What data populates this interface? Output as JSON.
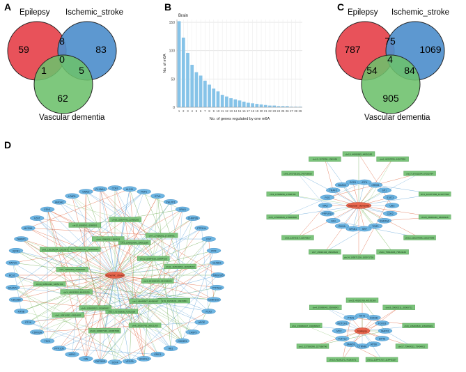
{
  "panels": {
    "a": {
      "letter": "A",
      "labels": {
        "epilepsy": "Epilepsy",
        "stroke": "Ischemic_stroke",
        "dementia": "Vascular  dementia"
      },
      "counts": {
        "epi_only": "59",
        "stroke_only": "83",
        "dem_only": "62",
        "epi_stroke": "8",
        "epi_dem": "1",
        "stroke_dem": "5",
        "all": "0"
      }
    },
    "b": {
      "letter": "B"
    },
    "c": {
      "letter": "C",
      "labels": {
        "epilepsy": "Epilepsy",
        "stroke": "Ischemic_stroke",
        "dementia": "Vascular  dementia"
      },
      "counts": {
        "epi_only": "787",
        "stroke_only": "1069",
        "dem_only": "905",
        "epi_stroke": "75",
        "epi_dem": "54",
        "stroke_dem": "84",
        "all": "4"
      }
    },
    "d": {
      "letter": "D",
      "hub_labels": [
        "Ischemic_stroke",
        "Vascular_dementia",
        "Epilepsy"
      ],
      "network_1_genes": [
        "CD63",
        "ALG11",
        "PDP1",
        "ETV1",
        "PHLPP1",
        "ORAI1",
        "CHMP2B",
        "PTPN14",
        "OGT",
        "PPIF",
        "GLT8D1",
        "TMEM165",
        "PTPN12",
        "CSNK1G1",
        "PLK3",
        "APOE",
        "CASP3",
        "CDK5R1",
        "RB1",
        "GRID1",
        "ADGRL2",
        "VEGFA",
        "SOX4",
        "ZNF280D",
        "NIN",
        "HIPK2",
        "PPP1CB",
        "TSC1",
        "CDKN2A",
        "ETV6",
        "KIF5B",
        "CDC25B",
        "DAZAP2",
        "BCL6",
        "RAP1A",
        "IQCB1",
        "TARBP1",
        "MYO9A",
        "IL6ST",
        "EDN1",
        "HMGA2",
        "LPAR1",
        "GNAI2",
        "PLXNA1"
      ],
      "network_1_sites": [
        "chr16_32954792_32955292",
        "chr2_196810686_196811186",
        "chr7_17338281_17338781",
        "chr12_53994220_53994720",
        "chr11_118944863_118945363",
        "chr3_151284125_151284625",
        "chr19_19234101_19234601",
        "chr1_46449987_46450487",
        "chr6_30020765_30021265",
        "chr17_72701838_72702338",
        "chr10_100987346_100987846",
        "chr5_131809312_131809812",
        "chr1_43814392_43814892",
        "chrX_48432650_48433150",
        "chr14_64551224_64551724",
        "chr8_22066320_22066820",
        "chr9_136196284_136196784",
        "chr2_219862410_219862910",
        "chr12_6580001_6580501",
        "chr4_1980433_1980933"
      ],
      "network_2_genes": [
        "UBC",
        "CDK2",
        "RAD23A",
        "TGIF1",
        "SRF",
        "NFKB1",
        "RHOA",
        "JUN",
        "PPP1R10",
        "MAZ",
        "FOS",
        "TRAF3",
        "SMAD2",
        "EGR1",
        "ATF4",
        "CREB1",
        "SP1",
        "STAT3"
      ],
      "network_2_sites": [
        "chr19_44090685_44091185",
        "chr6_44267099_44267599",
        "chr17_67032294_67032794",
        "chr1_121977066_121977566",
        "chr20_38006446_38006946",
        "chr12_110237086_110237586",
        "chr11_75812936_75813436",
        "chr14_105971228_105971728",
        "chr7_45616134_45616634",
        "chr3_12573117_12573617",
        "chr5_176669326_176669826",
        "chr2_17698296_17698796",
        "chr8_145736150_145736650",
        "chr10_1079998_1080498"
      ],
      "network_3_genes": [
        "MAPK1",
        "EIF4E",
        "RPS6",
        "CTNNB1",
        "SMAD3",
        "TCF7L2",
        "MYC",
        "NOTCH1",
        "PTEN",
        "AKT1",
        "GSK3B",
        "FOXO3"
      ],
      "network_3_sites": [
        "chr15_40191769_40192269",
        "chr16_30083211_30083711",
        "chr9_136304549_136305049",
        "chr17_73404311_73404811",
        "chr11_118441727_118442227",
        "chr19_41281171_41281671",
        "chr2_227268296_227268796",
        "chr1_150966027_150966527",
        "chr4_55098043_55098543"
      ]
    }
  },
  "chart_data": {
    "type": "bar",
    "title": "Brain",
    "xlabel": "No. of genes regulated by one m6A",
    "ylabel": "No. of m6A",
    "categories": [
      "1",
      "2",
      "3",
      "4",
      "5",
      "6",
      "7",
      "8",
      "9",
      "10",
      "11",
      "12",
      "13",
      "14",
      "15",
      "16",
      "17",
      "18",
      "19",
      "20",
      "21",
      "22",
      "23",
      "24",
      "25",
      "26",
      "27",
      "28",
      "29"
    ],
    "values": [
      152,
      123,
      96,
      75,
      62,
      56,
      47,
      40,
      33,
      28,
      22,
      19,
      16,
      14,
      12,
      10,
      8,
      7,
      6,
      5,
      4,
      3,
      3,
      2,
      2,
      2,
      1,
      1,
      1
    ],
    "ylim": [
      0,
      155
    ],
    "yticks": [
      0,
      50,
      100,
      150
    ],
    "grid": true,
    "bar_color": "#86c3e8"
  }
}
